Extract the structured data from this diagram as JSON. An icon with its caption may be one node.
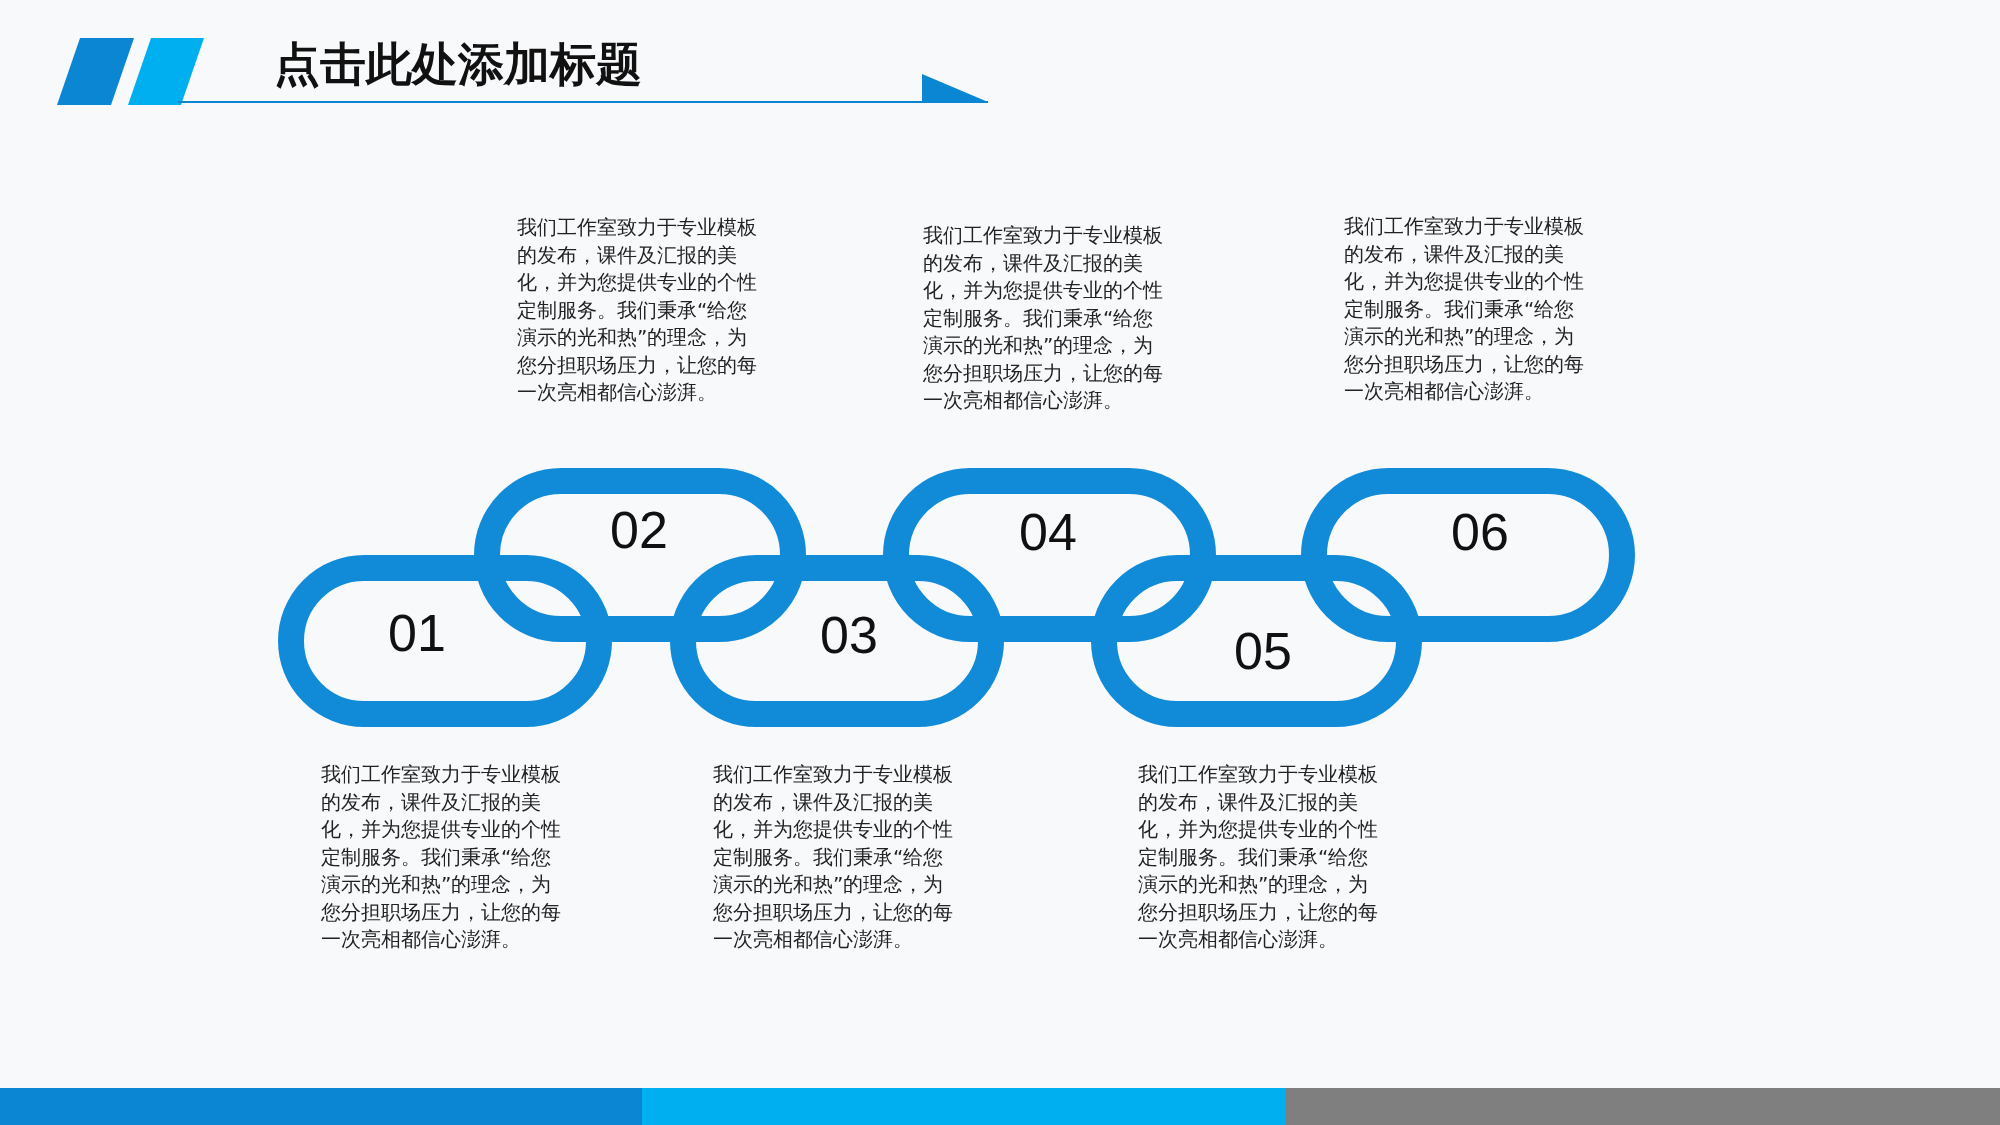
{
  "diagram": {
    "title": "点击此处添加标题",
    "nodes": [
      {
        "text": [
          "01"
        ],
        "beside": [
          "我们工作室致力于专业模板的发布，课件及汇报的美化，并为您提供专业的个性定制服务。我们秉承“给您演示的光和热”的理念，为您分担职场压力，让您的每一次亮相都信心澎湃。"
        ]
      },
      {
        "text": [
          "02"
        ],
        "beside": [
          "我们工作室致力于专业模板的发布，课件及汇报的美化，并为您提供专业的个性定制服务。我们秉承“给您演示的光和热”的理念，为您分担职场压力，让您的每一次亮相都信心澎湃。"
        ]
      },
      {
        "text": [
          "03"
        ],
        "beside": [
          "我们工作室致力于专业模板的发布，课件及汇报的美化，并为您提供专业的个性定制服务。我们秉承“给您演示的光和热”的理念，为您分担职场压力，让您的每一次亮相都信心澎湃。"
        ]
      },
      {
        "text": [
          "04"
        ],
        "beside": [
          "我们工作室致力于专业模板的发布，课件及汇报的美化，并为您提供专业的个性定制服务。我们秉承“给您演示的光和热”的理念，为您分担职场压力，让您的每一次亮相都信心澎湃。"
        ]
      },
      {
        "text": [
          "05"
        ],
        "beside": [
          "我们工作室致力于专业模板的发布，课件及汇报的美化，并为您提供专业的个性定制服务。我们秉承“给您演示的光和热”的理念，为您分担职场压力，让您的每一次亮相都信心澎湃。"
        ]
      },
      {
        "text": [
          "06"
        ],
        "beside": [
          "我们工作室致力于专业模板的发布，课件及汇报的美化，并为您提供专业的个性定制服务。我们秉承“给您演示的光和热”的理念，为您分担职场压力，让您的每一次亮相都信心澎湃。"
        ]
      }
    ]
  }
}
